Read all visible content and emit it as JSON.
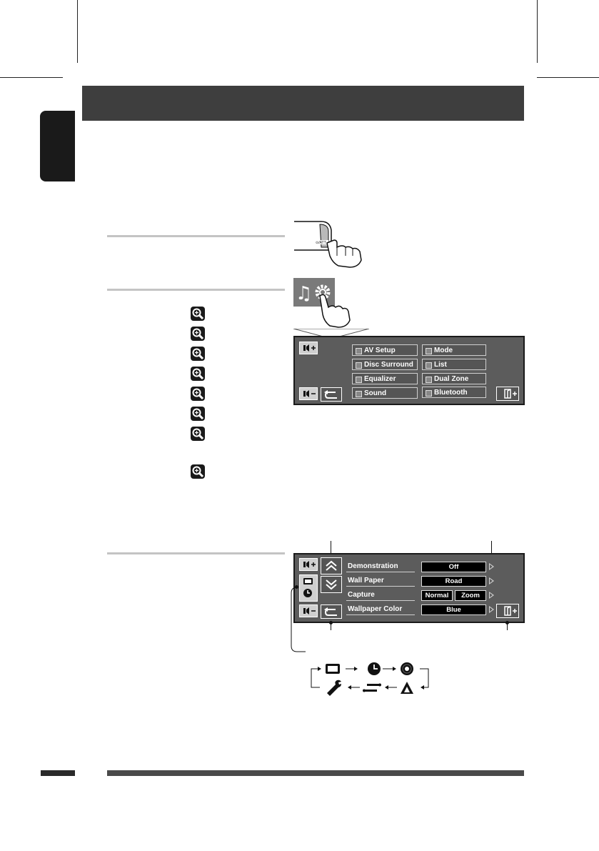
{
  "page": {
    "margin_text": ""
  },
  "menu_panel": {
    "items_left": [
      "AV Setup",
      "Disc Surround",
      "Equalizer",
      "Sound"
    ],
    "items_right": [
      "Mode",
      "List",
      "Dual Zone",
      "Bluetooth"
    ]
  },
  "setup_panel": {
    "rows": [
      {
        "label": "Demonstration",
        "values": [
          "Off"
        ]
      },
      {
        "label": "Wall Paper",
        "values": [
          "Road"
        ]
      },
      {
        "label": "Capture",
        "values": [
          "Normal",
          "Zoom"
        ]
      },
      {
        "label": "Wallpaper Color",
        "values": [
          "Blue"
        ]
      }
    ]
  },
  "colors": {
    "header": "#3e3e3e",
    "panel_bg": "#5c5c5c",
    "side_tab": "#1a1a1a",
    "rule": "#c4c4c4"
  },
  "icons": {
    "reference_icon": "magnifier-icon",
    "button_icon": "attenuator-button-icon",
    "menu_icon": "music-settings-icon",
    "cycle_icons": [
      "screen-icon",
      "clock-icon",
      "disc-icon",
      "navigation-icon",
      "audio-cable-icon",
      "wrench-icon"
    ]
  }
}
